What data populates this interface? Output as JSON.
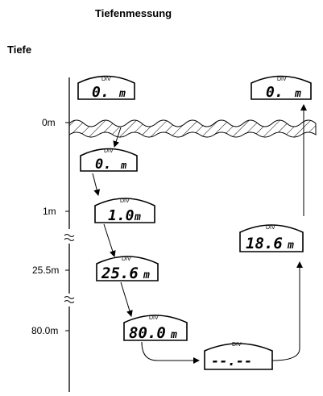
{
  "header": {
    "title": "Tiefenmessung",
    "subtitle": "Tiefe"
  },
  "depth_labels": [
    "0m",
    "1m",
    "25.5m",
    "80.0m"
  ],
  "displays": [
    {
      "div": "DIV",
      "digits": "0.",
      "unit": "m"
    },
    {
      "div": "DIV",
      "digits": "0.",
      "unit": "m"
    },
    {
      "div": "DIV",
      "digits": "1.0",
      "unit": "m"
    },
    {
      "div": "DIV",
      "digits": "25.6",
      "unit": "m"
    },
    {
      "div": "DIV",
      "digits": "80.0",
      "unit": "m"
    },
    {
      "div": "DIV",
      "digits": "--.--",
      "unit": ""
    },
    {
      "div": "DIV",
      "digits": "18.6",
      "unit": "m"
    },
    {
      "div": "DIV",
      "digits": "0.",
      "unit": "m"
    }
  ]
}
